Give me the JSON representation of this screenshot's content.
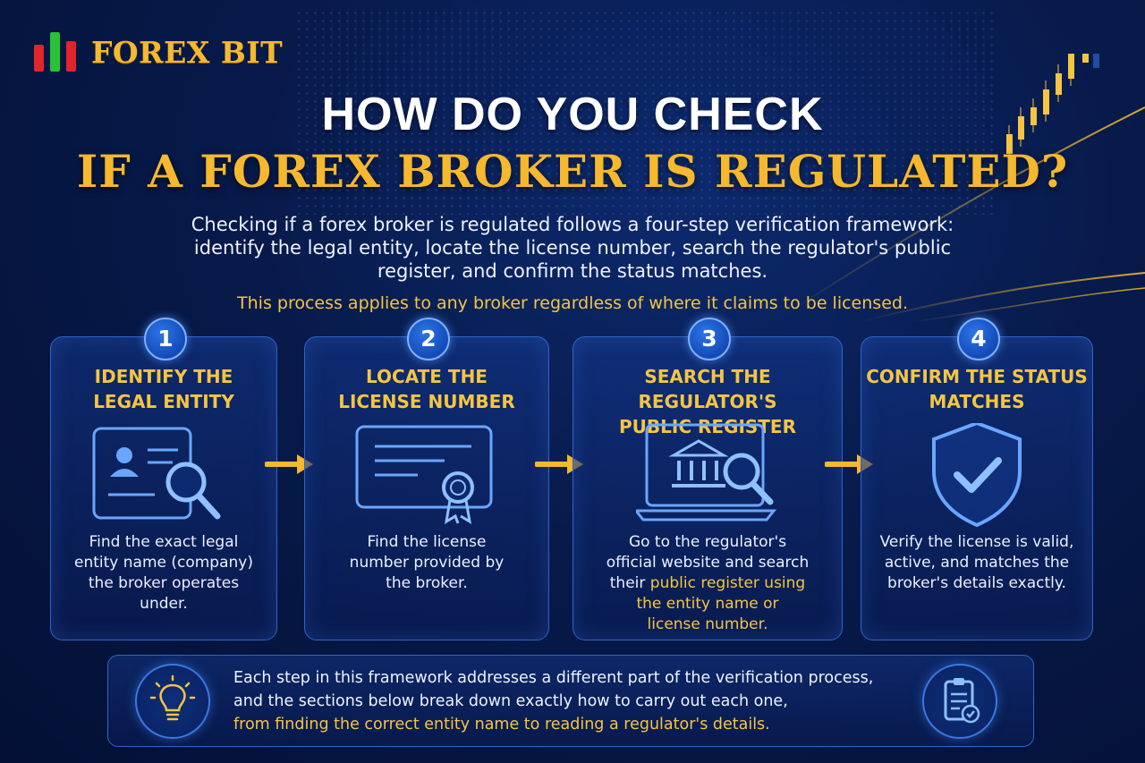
{
  "brand": {
    "name": "FOREX BIT",
    "colors": {
      "green": "#28c23a",
      "red": "#e0262a",
      "gold": "#f5b82e"
    }
  },
  "heading": {
    "line1": "HOW DO YOU CHECK",
    "line2": "IF A FOREX BROKER IS REGULATED?"
  },
  "intro": {
    "lines": [
      "Checking if a forex broker is regulated follows a four-step verification framework:",
      "identify the legal entity, locate the license number, search the regulator's public",
      "register, and confirm the status matches."
    ]
  },
  "note": "This process applies to any broker regardless of where it claims to be licensed.",
  "steps": [
    {
      "number": "1",
      "title_lines": [
        "IDENTIFY THE",
        "LEGAL ENTITY"
      ],
      "icon": "id-card-search-icon",
      "desc_lines": [
        "Find the exact legal",
        "entity name (company)",
        "the broker operates",
        "under."
      ]
    },
    {
      "number": "2",
      "title_lines": [
        "LOCATE THE",
        "LICENSE NUMBER"
      ],
      "icon": "certificate-icon",
      "desc_lines": [
        "Find the license",
        "number provided by",
        "the broker."
      ]
    },
    {
      "number": "3",
      "title_lines": [
        "SEARCH THE REGULATOR'S",
        "PUBLIC REGISTER"
      ],
      "icon": "laptop-bank-search-icon",
      "desc_lines": [
        "Go to the regulator's",
        "official website and search"
      ],
      "desc_mixed": {
        "plain": "their ",
        "highlight": "public register using"
      },
      "desc_highlight_lines": [
        "the entity name or",
        "license number."
      ]
    },
    {
      "number": "4",
      "title_lines": [
        "CONFIRM THE STATUS",
        "MATCHES"
      ],
      "icon": "shield-check-icon",
      "desc_lines": [
        "Verify the license is valid,",
        "active, and matches the",
        "broker's details exactly."
      ]
    }
  ],
  "footer": {
    "lines": [
      "Each step in this framework addresses a different part of the verification process,",
      "and the sections below break down exactly how to carry out each one,"
    ],
    "highlight_line": "from finding the correct entity name to reading a regulator's details.",
    "left_icon": "lightbulb-icon",
    "right_icon": "clipboard-check-icon"
  }
}
